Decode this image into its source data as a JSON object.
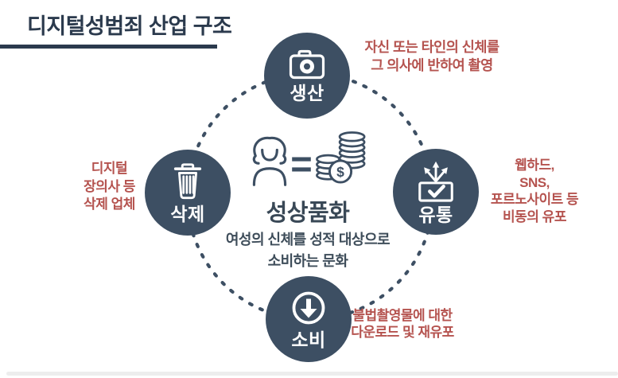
{
  "title": "디지털성범죄 산업 구조",
  "colors": {
    "node_navy": "#3d4f63",
    "title_navy": "#2b3a4d",
    "annotation_red": "#b5534f",
    "background": "#ffffff",
    "icon_white": "#ffffff"
  },
  "center": {
    "equation": {
      "left_icon": "woman-icon",
      "operator": "=",
      "right_icon": "coin-stack-dollar-icon",
      "money_symbol": "$"
    },
    "heading": "성상품화",
    "description": [
      "여성의 신체를 성적 대상으로",
      "소비하는 문화"
    ]
  },
  "nodes": [
    {
      "id": "production",
      "label": "생산",
      "icon": "camera-icon",
      "annotation": [
        "자신 또는 타인의 신체를",
        "그 의사에 반하여 촬영"
      ]
    },
    {
      "id": "distribution",
      "label": "유통",
      "icon": "share-arrows-box-icon",
      "annotation": [
        "웹하드,",
        "SNS,",
        "포르노사이트 등",
        "비동의 유포"
      ]
    },
    {
      "id": "consumption",
      "label": "소비",
      "icon": "download-circle-icon",
      "annotation": [
        "불법촬영물에 대한",
        "다운로드 및 재유포"
      ]
    },
    {
      "id": "deletion",
      "label": "삭제",
      "icon": "trash-icon",
      "annotation": [
        "디지털",
        "장의사 등",
        "삭제 업체"
      ]
    }
  ]
}
